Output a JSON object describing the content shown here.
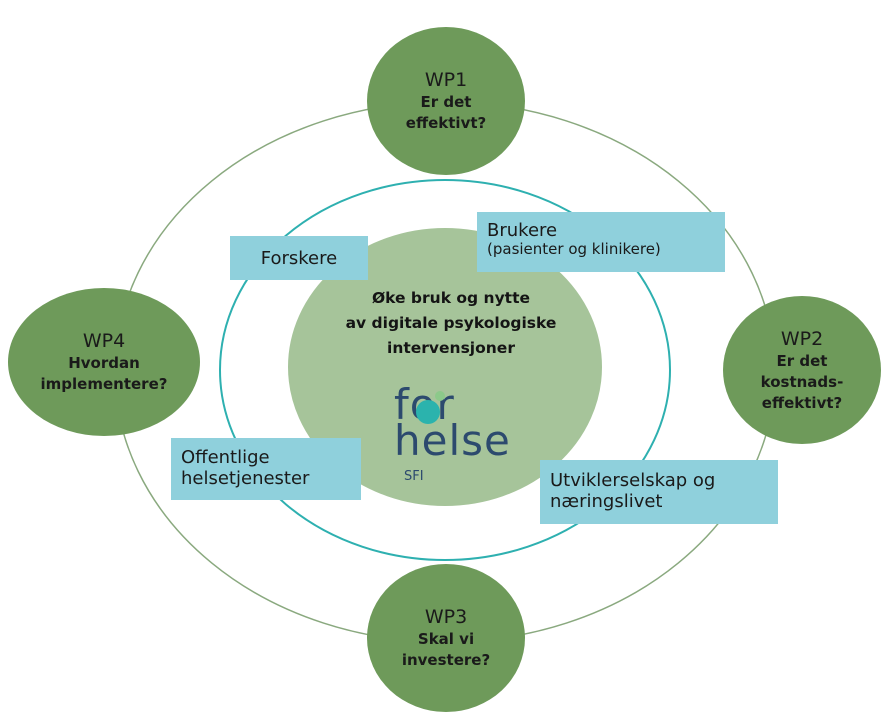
{
  "colors": {
    "outer_ring": "#8aa97f",
    "middle_ring": "#2eb0b0",
    "core_fill": "#a6c49a",
    "wp_fill": "#6e9a5a",
    "stakeholder_fill": "#8fd0dc",
    "logo_text": "#2c4a6e",
    "logo_dot": "#2bb3ad"
  },
  "center": {
    "line1": "Øke bruk og nytte",
    "line2": "av digitale psykologiske",
    "line3": "intervensjoner"
  },
  "logo": {
    "word1": "for",
    "word2": "helse",
    "word3": "SFI"
  },
  "work_packages": {
    "wp1": {
      "title": "WP1",
      "q1": "Er det",
      "q2": "effektivt?"
    },
    "wp2": {
      "title": "WP2",
      "q1": "Er det",
      "q2": "kostnads-",
      "q3": "effektivt?"
    },
    "wp3": {
      "title": "WP3",
      "q1": "Skal vi",
      "q2": "investere?"
    },
    "wp4": {
      "title": "WP4",
      "q1": "Hvordan",
      "q2": "implementere?"
    }
  },
  "stakeholders": {
    "researchers": "Forskere",
    "users": "Brukere",
    "users_sub": "(pasienter og klinikere)",
    "public_line1": "Offentlige",
    "public_line2": "helsetjenester",
    "industry_line1": "Utviklerselskap og",
    "industry_line2": "næringslivet"
  }
}
